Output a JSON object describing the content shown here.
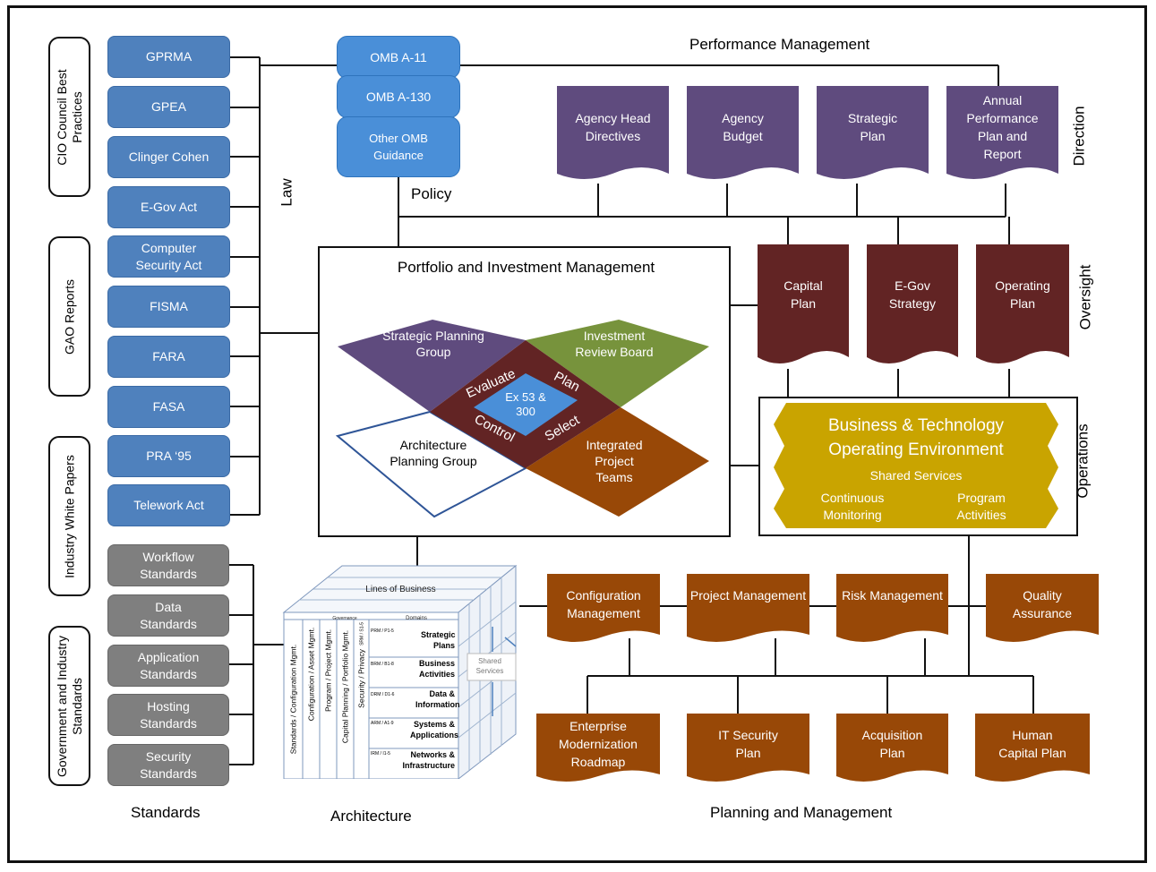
{
  "colors": {
    "law_blue": "#4f81bd",
    "standards_gray": "#7f7f7f",
    "policy_blue": "#4a8fd8",
    "direction_purple": "#5f4b7e",
    "oversight_maroon": "#622424",
    "planning_brown": "#984807",
    "operations_gold": "#c9a400",
    "green": "#77933c"
  },
  "categories": {
    "cio": "CIO Council Best Practices",
    "gao": "GAO Reports",
    "industry": "Industry White Papers",
    "gov_std": "Government and Industry Standards"
  },
  "laws": [
    "GPRMA",
    "GPEA",
    "Clinger Cohen",
    "E-Gov Act",
    "Computer Security Act",
    "FISMA",
    "FARA",
    "FASA",
    "PRA ‘95",
    "Telework Act"
  ],
  "standards": [
    "Workflow Standards",
    "Data Standards",
    "Application Standards",
    "Hosting Standards",
    "Security Standards"
  ],
  "policy": [
    "OMB A-11",
    "OMB A-130",
    "Other OMB Guidance"
  ],
  "labels": {
    "law": "Law",
    "policy": "Policy",
    "performance_management": "Performance Management",
    "direction": "Direction",
    "oversight": "Oversight",
    "operations": "Operations",
    "standards": "Standards",
    "architecture": "Architecture",
    "planning_and_management": "Planning and Management"
  },
  "direction_docs": [
    "Agency Head Directives",
    "Agency Budget",
    "Strategic Plan",
    "Annual Performance Plan and Report"
  ],
  "oversight_docs": [
    "Capital Plan",
    "E-Gov Strategy",
    "Operating Plan"
  ],
  "portfolio": {
    "title": "Portfolio and Investment Management",
    "strategic": "Strategic Planning Group",
    "investment": "Investment Review Board",
    "architecture": "Architecture Planning Group",
    "integrated": "Integrated Project Teams",
    "center": "Ex 53 & 300",
    "evaluate": "Evaluate",
    "plan": "Plan",
    "control": "Control",
    "select": "Select"
  },
  "operations": {
    "title1": "Business & Technology",
    "title2": "Operating Environment",
    "shared": "Shared Services",
    "continuous": "Continuous Monitoring",
    "program": "Program Activities"
  },
  "cube": {
    "lines_of_business": "Lines of Business",
    "governance": "Governance",
    "domains": "Domains",
    "columns": [
      "Standards / Configuration Mgmt.",
      "Configuration / Asset Mgmt.",
      "Program / Project Mgmt.",
      "Capital Planning / Portfolio Mgmt.",
      "Security / Privacy"
    ],
    "rows": [
      {
        "code": "PRM / P1-5",
        "name": "Strategic Plans"
      },
      {
        "code": "BRM / B1-8",
        "name": "Business Activities"
      },
      {
        "code": "DRM / D1-6",
        "name": "Data & Information"
      },
      {
        "code": "ARM / A1-9",
        "name": "Systems & Applications"
      },
      {
        "code": "IRM / I1-5",
        "name": "Networks & Infrastructure"
      }
    ],
    "srm": "SRM / S1-5",
    "shared": "Shared Services"
  },
  "planning_top": [
    "Configuration Management",
    "Project Management",
    "Risk Management",
    "Quality Assurance"
  ],
  "planning_bottom": [
    "Enterprise Modernization Roadmap",
    "IT Security Plan",
    "Acquisition Plan",
    "Human Capital Plan"
  ]
}
